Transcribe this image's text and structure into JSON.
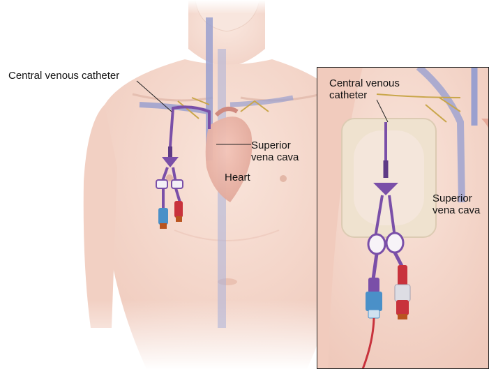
{
  "main_view": {
    "catheter_label": "Central venous catheter",
    "svc_label": [
      "Superior",
      "vena cava"
    ],
    "heart_label": "Heart"
  },
  "inset_view": {
    "catheter_label": [
      "Central venous",
      "catheter"
    ],
    "svc_label": [
      "Superior",
      "vena cava"
    ]
  },
  "colors": {
    "skin": "#f6d8cc",
    "vein": "#8f96c8",
    "catheter": "#7a4fa8",
    "red_clamp": "#c8323c",
    "blue_hub": "#4a90c8",
    "dressing": "#efe2cf"
  }
}
